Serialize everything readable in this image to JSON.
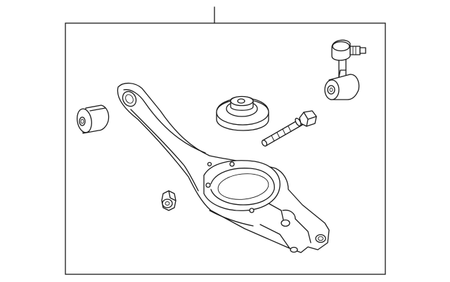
{
  "diagram": {
    "parts": [
      {
        "id": "lower-control-arm",
        "icon": "control-arm-icon"
      },
      {
        "id": "bushing",
        "icon": "bushing-icon"
      },
      {
        "id": "nut",
        "icon": "hex-nut-icon"
      },
      {
        "id": "mount-insulator",
        "icon": "insulator-icon"
      },
      {
        "id": "bolt",
        "icon": "bolt-icon"
      },
      {
        "id": "stabilizer-link",
        "icon": "stabilizer-link-icon"
      }
    ],
    "colors": {
      "line": "#1a1a1a",
      "background": "#ffffff"
    }
  }
}
